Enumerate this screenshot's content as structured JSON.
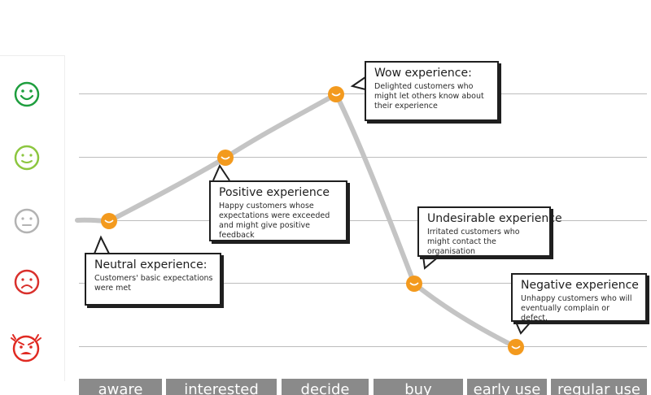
{
  "faces": [
    {
      "name": "very-happy-face-icon",
      "color": "#1e9e3e"
    },
    {
      "name": "happy-face-icon",
      "color": "#8cc63f"
    },
    {
      "name": "neutral-face-icon",
      "color": "#b3b3b3"
    },
    {
      "name": "sad-face-icon",
      "color": "#d9302c"
    },
    {
      "name": "angry-face-icon",
      "color": "#e02a22"
    }
  ],
  "callouts": {
    "wow": {
      "title": "Wow experience:",
      "desc": "Delighted customers who might let others know about their experience"
    },
    "positive": {
      "title": "Positive experience",
      "desc": "Happy customers whose expectations were exceeded and might give positive feedback"
    },
    "neutral": {
      "title": "Neutral experience:",
      "desc": "Customers' basic expectations were met"
    },
    "undesirable": {
      "title": "Undesirable experience",
      "desc": "Irritated customers who might contact the organisation"
    },
    "negative": {
      "title": "Negative experience",
      "desc": "Unhappy customers who will eventually complain or defect."
    }
  },
  "stages": [
    "aware",
    "interested",
    "decide",
    "buy",
    "early use",
    "regular use"
  ],
  "colors": {
    "curve": "#c4c4c4",
    "marker": "#f39a1e",
    "tab": "#8a8a8a"
  }
}
